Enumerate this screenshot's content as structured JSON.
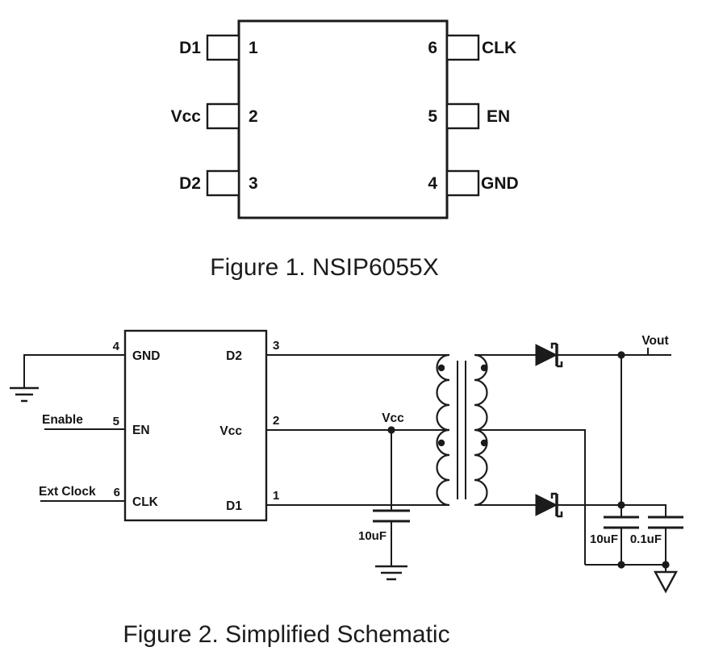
{
  "figure1": {
    "caption": "Figure 1. NSIP6055X",
    "pins": {
      "left": [
        {
          "number": "1",
          "label": "D1"
        },
        {
          "number": "2",
          "label": "Vcc"
        },
        {
          "number": "3",
          "label": "D2"
        }
      ],
      "right": [
        {
          "number": "6",
          "label": "CLK"
        },
        {
          "number": "5",
          "label": "EN"
        },
        {
          "number": "4",
          "label": "GND"
        }
      ]
    }
  },
  "figure2": {
    "caption": "Figure 2. Simplified Schematic",
    "ic": {
      "left_pins": [
        {
          "number": "4",
          "label": "GND"
        },
        {
          "number": "5",
          "label": "EN"
        },
        {
          "number": "6",
          "label": "CLK"
        }
      ],
      "right_pins": [
        {
          "number": "3",
          "label": "D2"
        },
        {
          "number": "2",
          "label": "Vcc"
        },
        {
          "number": "1",
          "label": "D1"
        }
      ]
    },
    "labels": {
      "enable": "Enable",
      "ext_clock": "Ext Clock",
      "vcc_node": "Vcc",
      "vout": "Vout",
      "cap_input": "10uF",
      "cap_out1": "10uF",
      "cap_out2": "0.1uF"
    }
  }
}
